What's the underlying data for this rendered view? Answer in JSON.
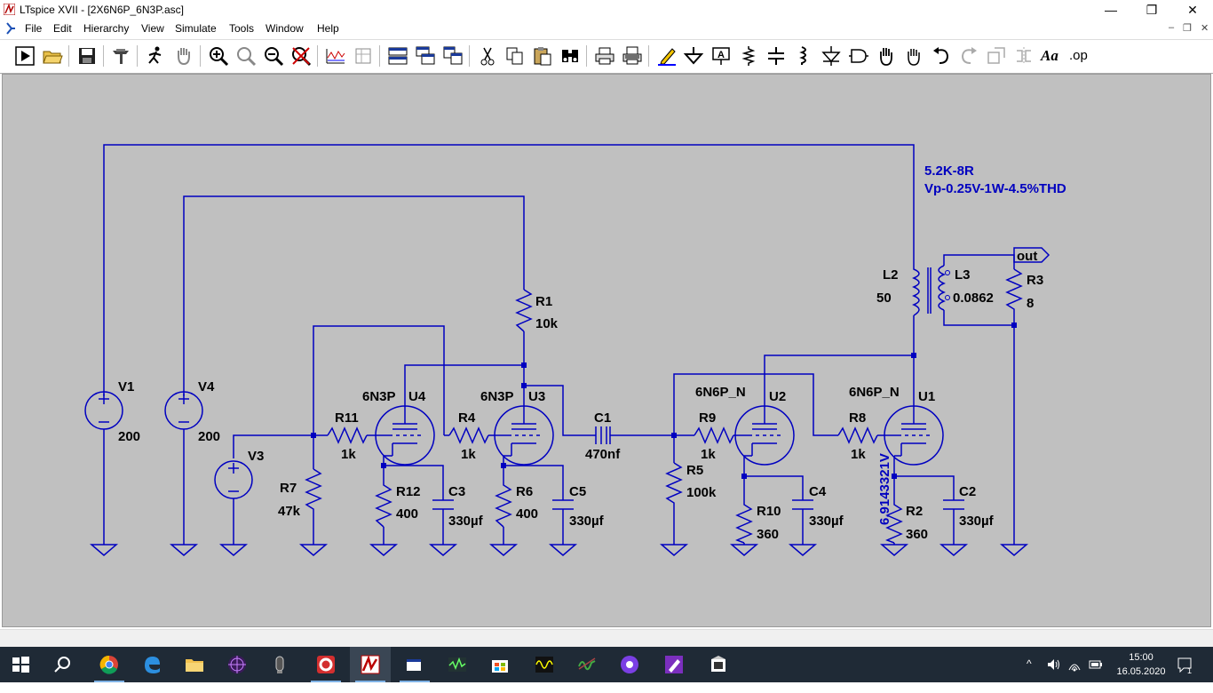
{
  "window": {
    "title": "LTspice XVII - [2X6N6P_6N3P.asc]",
    "minimize": "—",
    "maximize": "❐",
    "close": "✕"
  },
  "menu": {
    "items": [
      "File",
      "Edit",
      "Hierarchy",
      "View",
      "Simulate",
      "Tools",
      "Window",
      "Help"
    ],
    "mdi_minimize": "–",
    "mdi_restore": "❐",
    "mdi_close": "✕"
  },
  "toolbar": {
    "icons": [
      "run-icon",
      "open-icon",
      "save-icon",
      "control-panel-icon",
      "halt-icon",
      "pan-hand-icon",
      "zoom-in-icon",
      "zoom-full-icon",
      "zoom-out-icon",
      "zoom-cancel-icon",
      "waveform-icon",
      "schematic-icon",
      "tile-horizontal-icon",
      "cascade-icon",
      "tile-vertical-icon",
      "cut-icon",
      "copy-icon",
      "paste-icon",
      "find-icon",
      "print-icon",
      "print-setup-icon",
      "draw-wire-icon",
      "ground-icon",
      "label-net-icon",
      "resistor-icon",
      "capacitor-icon",
      "inductor-icon",
      "diode-icon",
      "component-icon",
      "move-icon",
      "drag-icon",
      "undo-icon",
      "redo-icon",
      "rotate-icon",
      "mirror-icon",
      "text-icon",
      "spice-directive-icon"
    ],
    "text_label": "Aa",
    "op_label": ".op"
  },
  "schematic": {
    "annotation_line1": "5.2K-8R",
    "annotation_line2": "Vp-0.25V-1W-4.5%THD",
    "out_label": "out",
    "probe_voltage": "6.9143321V",
    "components": {
      "V1": {
        "name": "V1",
        "value": "200"
      },
      "V4": {
        "name": "V4",
        "value": "200"
      },
      "V3": {
        "name": "V3"
      },
      "R1": {
        "name": "R1",
        "value": "10k"
      },
      "R11": {
        "name": "R11",
        "value": "1k"
      },
      "R7": {
        "name": "R7",
        "value": "47k"
      },
      "R12": {
        "name": "R12",
        "value": "400"
      },
      "C3": {
        "name": "C3",
        "value": "330µf"
      },
      "U4": {
        "name": "U4",
        "model": "6N3P"
      },
      "R4": {
        "name": "R4",
        "value": "1k"
      },
      "U3": {
        "name": "U3",
        "model": "6N3P"
      },
      "R6": {
        "name": "R6",
        "value": "400"
      },
      "C5": {
        "name": "C5",
        "value": "330µf"
      },
      "C1": {
        "name": "C1",
        "value": "470nf"
      },
      "R5": {
        "name": "R5",
        "value": "100k"
      },
      "R9": {
        "name": "R9",
        "value": "1k"
      },
      "U2": {
        "name": "U2",
        "model": "6N6P_N"
      },
      "R10": {
        "name": "R10",
        "value": "360"
      },
      "C4": {
        "name": "C4",
        "value": "330µf"
      },
      "R8": {
        "name": "R8",
        "value": "1k"
      },
      "U1": {
        "name": "U1",
        "model": "6N6P_N"
      },
      "R2": {
        "name": "R2",
        "value": "360"
      },
      "C2": {
        "name": "C2",
        "value": "330µf"
      },
      "L2": {
        "name": "L2",
        "value": "50"
      },
      "L3": {
        "name": "L3",
        "value": "0.0862"
      },
      "R3": {
        "name": "R3",
        "value": "8"
      }
    }
  },
  "taskbar": {
    "time": "15:00",
    "date": "16.05.2020",
    "notifications": "1",
    "apps": [
      "start-icon",
      "search-icon",
      "chrome-icon",
      "edge-icon",
      "explorer-icon",
      "app-icon-globe",
      "app-icon-tube",
      "app-icon-red",
      "ltspice-icon",
      "app-icon-window",
      "app-icon-scope",
      "store-icon",
      "app-icon-wave",
      "app-icon-wave2",
      "app-icon-audio",
      "app-icon-pen",
      "app-icon-box"
    ]
  }
}
